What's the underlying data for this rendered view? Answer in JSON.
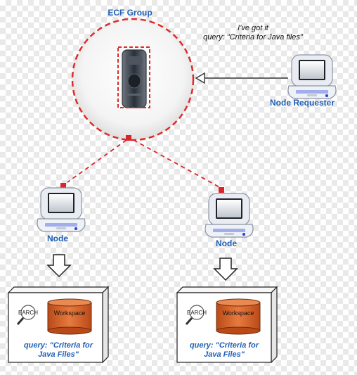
{
  "group": {
    "title": "ECF Group"
  },
  "requester": {
    "label": "Node Requester",
    "message_line1": "I've got it",
    "message_line2": "query: \"Criteria for Java files\""
  },
  "nodes": [
    {
      "label": "Node",
      "store_label": "Workspace",
      "search_label": "EARCH",
      "query_line1": "query: \"Criteria for",
      "query_line2": "Java Files\""
    },
    {
      "label": "Node",
      "store_label": "Workspace",
      "search_label": "EARCH",
      "query_line1": "query: \"Criteria for",
      "query_line2": "Java Files\""
    }
  ],
  "colors": {
    "link": "#d9262b",
    "accent_text": "#1f5fb4",
    "workspace": "#d8612a"
  }
}
